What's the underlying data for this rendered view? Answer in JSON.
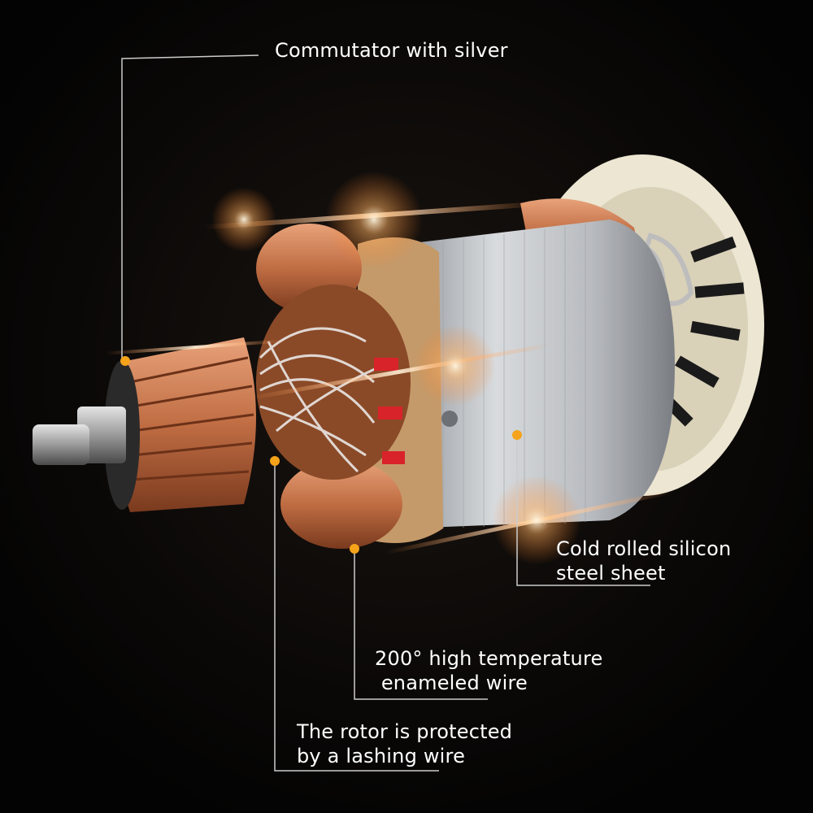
{
  "labels": {
    "commutator": "Commutator with silver",
    "steel_line1": "Cold rolled silicon",
    "steel_line2": "steel sheet",
    "wire_line1": "200° high temperature",
    "wire_line2": " enameled wire",
    "rotor_line1": "The rotor is protected",
    "rotor_line2": "by a lashing wire"
  },
  "colors": {
    "background": "#050505",
    "marker": "#f5a31a",
    "leader_line": "#cccccc",
    "copper": "#b8643a",
    "steel": "#c9ccd0",
    "fan": "#efe9d6"
  }
}
